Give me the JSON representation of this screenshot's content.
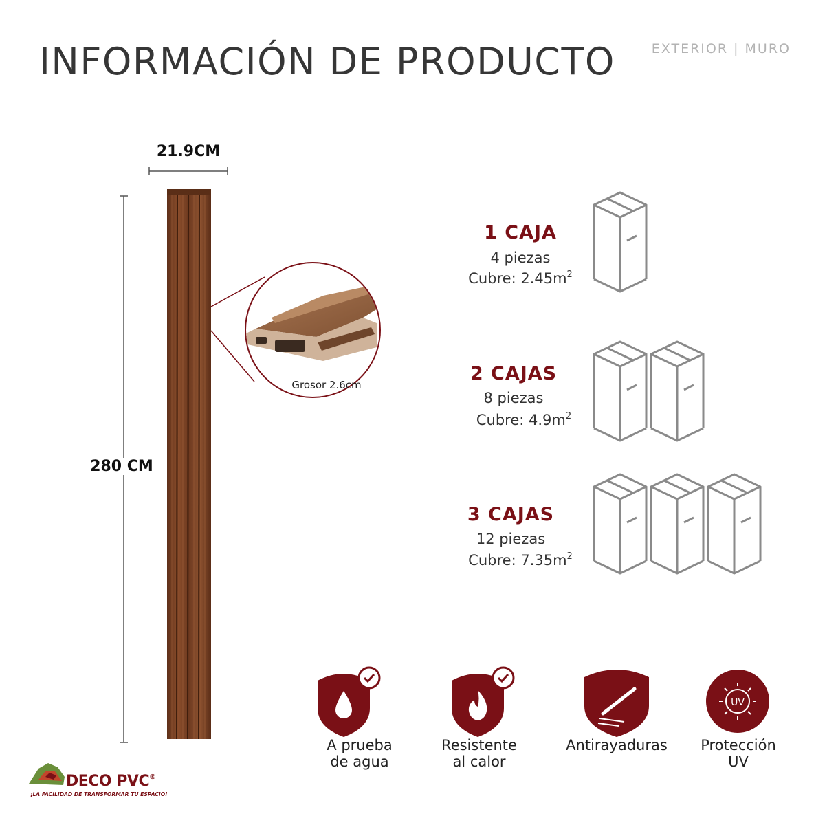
{
  "header": {
    "title": "INFORMACIÓN DE PRODUCTO",
    "tag": "EXTERIOR | MURO"
  },
  "dimensions": {
    "width_label": "21.9CM",
    "height_label": "280 CM",
    "thickness_label": "Grosor 2.6cm"
  },
  "boxes": [
    {
      "title": "1 CAJA",
      "pieces": "4 piezas",
      "cover": "Cubre: 2.45m",
      "unit_sup": "2"
    },
    {
      "title": "2 CAJAS",
      "pieces": "8 piezas",
      "cover": "Cubre: 4.9m",
      "unit_sup": "2"
    },
    {
      "title": "3 CAJAS",
      "pieces": "12 piezas",
      "cover": "Cubre: 7.35m",
      "unit_sup": "2"
    }
  ],
  "features": [
    {
      "line1": "A prueba",
      "line2": "de agua",
      "icon": "water-drop-icon"
    },
    {
      "line1": "Resistente",
      "line2": "al calor",
      "icon": "flame-icon"
    },
    {
      "line1": "Antirayaduras",
      "line2": "",
      "icon": "knife-icon"
    },
    {
      "line1": "Protección",
      "line2": "UV",
      "icon": "uv-icon"
    }
  ],
  "brand": {
    "name": "DECO PVC",
    "mark": "®",
    "slogan": "¡LA FACILIDAD DE TRANSFORMAR TU ESPACIO!"
  },
  "colors": {
    "accent": "#7a1016",
    "wood": "#7a4326",
    "box_outline": "#8a8a8a"
  }
}
